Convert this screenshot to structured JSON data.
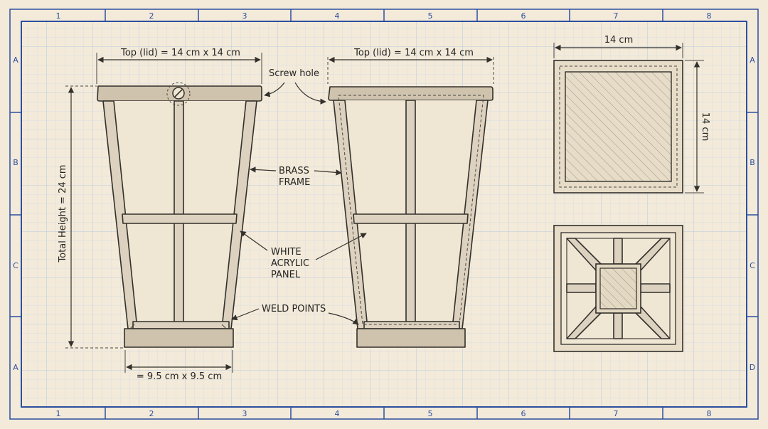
{
  "border": {
    "columns": [
      "1",
      "2",
      "3",
      "4",
      "5",
      "6",
      "7",
      "8"
    ],
    "rows_left": [
      "A",
      "B",
      "C",
      "A"
    ],
    "rows_right": [
      "A",
      "B",
      "C",
      "D"
    ]
  },
  "front_view": {
    "top_dim": "Top (lid) = 14 cm x 14 cm",
    "height_dim": "Total Height = 24 cm",
    "base_dim": "= 9.5 cm x 9.5 cm"
  },
  "side_view": {
    "top_dim": "Top (lid) = 14 cm x 14 cm"
  },
  "callouts": {
    "screw_hole": "Screw hole",
    "brass_frame": [
      "BRASS",
      "FRAME"
    ],
    "acrylic_panel": [
      "WHITE",
      "ACRYLIC",
      "PANEL"
    ],
    "weld_points": "WELD POINTS"
  },
  "top_view": {
    "width_dim": "14 cm",
    "depth_dim": "14 cm"
  },
  "colors": {
    "paper": "#f3ead9",
    "grid_line": "#cfdce8",
    "border_blue": "#2c4fa0",
    "ink": "#33302c"
  }
}
